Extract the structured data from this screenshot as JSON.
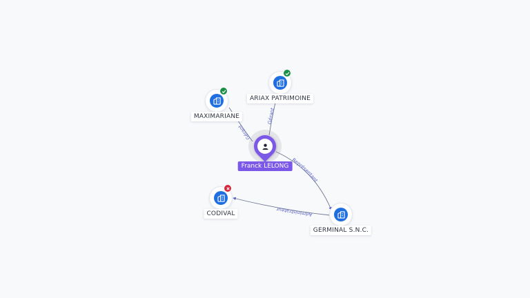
{
  "colors": {
    "edge": "#6d7590",
    "edge_label": "#5a62c8",
    "company": "#1f6fe0",
    "person": "#7b58e8",
    "status_active": "#1a8f46",
    "status_closed": "#d6283c"
  },
  "center": {
    "name": "Franck LELONG",
    "icon": "person-icon"
  },
  "companies": [
    {
      "name": "MAXIMARIANE",
      "icon": "building-icon",
      "status": "active"
    },
    {
      "name": "ARIAX PATRIMOINE",
      "icon": "building-icon",
      "status": "active"
    },
    {
      "name": "CODIVAL",
      "icon": "building-icon",
      "status": "closed"
    },
    {
      "name": "GERMINAL S.N.C.",
      "icon": "building-icon",
      "status": "none"
    }
  ],
  "relations": [
    {
      "from": "Franck LELONG",
      "to": "MAXIMARIANE",
      "label": "Gérant"
    },
    {
      "from": "Franck LELONG",
      "to": "ARIAX PATRIMOINE",
      "label": "Gérant"
    },
    {
      "from": "Franck LELONG",
      "to": "GERMINAL S.N.C.",
      "label": "Représentant"
    },
    {
      "from": "GERMINAL S.N.C.",
      "to": "CODIVAL",
      "label": "Administrateur"
    }
  ]
}
